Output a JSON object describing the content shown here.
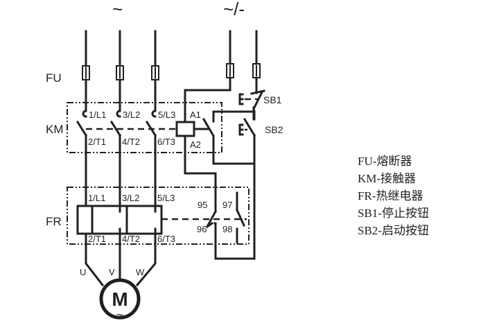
{
  "diagram": {
    "supply": {
      "ac_symbol": "~",
      "acdc_symbol": "~/-"
    },
    "groups": {
      "fu": "FU",
      "km": "KM",
      "fr": "FR"
    },
    "km_terminals": {
      "in": [
        "1/L1",
        "3/L2",
        "5/L3"
      ],
      "out": [
        "2/T1",
        "4/T2",
        "6/T3"
      ],
      "coil_a1": "A1",
      "coil_a2": "A2"
    },
    "fr_terminals": {
      "in": [
        "1/L1",
        "3/L2",
        "5/L3"
      ],
      "out": [
        "2/T1",
        "4/T2",
        "6/T3"
      ],
      "nc_top": "95",
      "nc_bottom": "96",
      "no_top": "97",
      "no_bottom": "98"
    },
    "buttons": {
      "stop": "SB1",
      "start": "SB2"
    },
    "motor": {
      "phases": [
        "U",
        "V",
        "W"
      ],
      "symbol": "M",
      "ac": "~"
    }
  },
  "legend": [
    "FU-熔断器",
    "KM-接触器",
    "FR-热继电器",
    "SB1-停止按钮",
    "SB2-启动按钮"
  ]
}
